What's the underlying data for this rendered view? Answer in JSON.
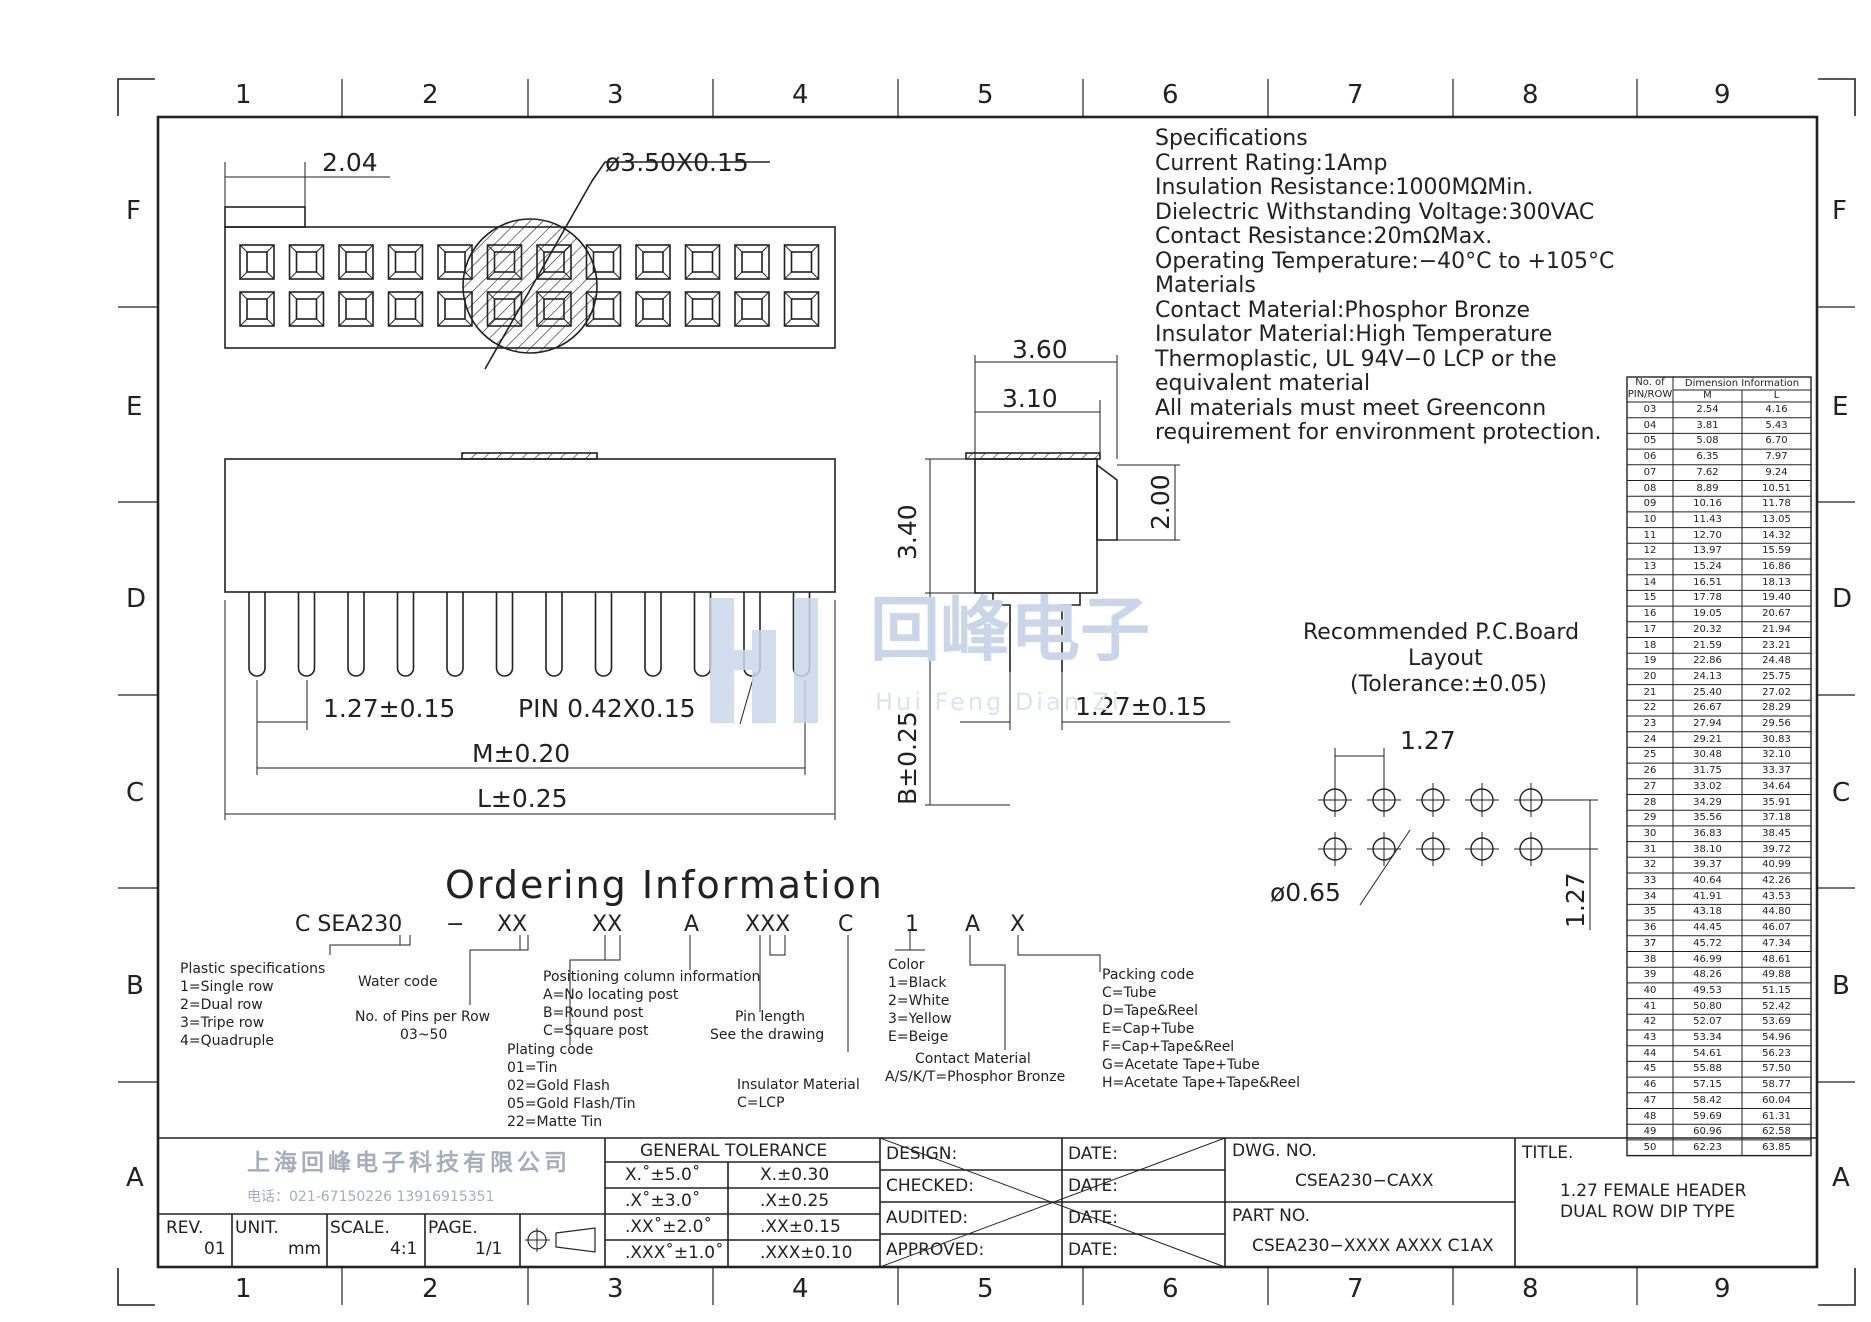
{
  "grid": {
    "columns": [
      "1",
      "2",
      "3",
      "4",
      "5",
      "6",
      "7",
      "8",
      "9"
    ],
    "rows": [
      "F",
      "E",
      "D",
      "C",
      "B",
      "A"
    ]
  },
  "dimensions": {
    "d_2_04": "2.04",
    "d_hole": "ø3.50X0.15",
    "d_3_60": "3.60",
    "d_3_10": "3.10",
    "d_3_40": "3.40",
    "d_2_00": "2.00",
    "d_pitch_a": "1.27±0.15",
    "d_pin": "PIN 0.42X0.15",
    "d_pitch_b": "1.27±0.15",
    "d_m": "M±0.20",
    "d_l": "L±0.25",
    "d_b": "B±0.25"
  },
  "specs": [
    "Specifications",
    "Current  Rating:1Amp",
    "Insulation  Resistance:1000MΩMin.",
    "Dielectric  Withstanding  Voltage:300VAC",
    "Contact  Resistance:20mΩMax.",
    "Operating  Temperature:−40°C  to  +105°C",
    "Materials",
    "Contact  Material:Phosphor  Bronze",
    "Insulator  Material:High  Temperature",
    "Thermoplastic,  UL  94V−0  LCP  or  the",
    "equivalent  material",
    "All  materials  must  meet  Greenconn",
    "requirement  for  environment  protection."
  ],
  "pcb": {
    "title1": "Recommended  P.C.Board",
    "title2": "Layout",
    "tolerance": "(Tolerance:±0.05)",
    "pitch_x": "1.27",
    "pitch_y": "1.27",
    "hole": "ø0.65"
  },
  "watermark": {
    "cn": "回峰电子",
    "en": "Hui Feng Dian Zi"
  },
  "ordering": {
    "title": "Ordering  Information",
    "code": [
      "C SEA230",
      "−",
      "XX",
      "XX",
      "A",
      "XXX",
      "C",
      "1",
      "A",
      "X"
    ],
    "plastic": [
      "Plastic  specifications",
      "1=Single  row",
      "2=Dual  row",
      "3=Tripe  row",
      "4=Quadruple"
    ],
    "water": "Water  code",
    "pins": [
      "No.  of  Pins  per  Row",
      "03~50"
    ],
    "plating": [
      "Plating  code",
      "01=Tin",
      "02=Gold  Flash",
      "05=Gold  Flash/Tin",
      "22=Matte  Tin"
    ],
    "positioning": [
      "Positioning  column  information",
      "A=No  locating  post",
      "B=Round  post",
      "C=Square  post"
    ],
    "pinlen": [
      "Pin  length",
      "See  the  drawing"
    ],
    "insulator": [
      "Insulator  Material",
      "C=LCP"
    ],
    "color": [
      "Color",
      "1=Black",
      "2=White",
      "3=Yellow",
      "E=Beige"
    ],
    "contact": [
      "Contact  Material",
      "A/S/K/T=Phosphor  Bronze"
    ],
    "packing": [
      "Packing  code",
      "C=Tube",
      "D=Tape&Reel",
      "E=Cap+Tube",
      "F=Cap+Tape&Reel",
      "G=Acetate  Tape+Tube",
      "H=Acetate  Tape+Tape&Reel"
    ]
  },
  "title_block": {
    "company": "上海回峰电子科技有限公司",
    "phone": "电话：021-67150226   13916915351",
    "rev_label": "REV.",
    "rev": "01",
    "unit_label": "UNIT.",
    "unit": "mm",
    "scale_label": "SCALE.",
    "scale": "4:1",
    "page_label": "PAGE.",
    "page": "1/1",
    "tol_title": "GENERAL  TOLERANCE",
    "tol": [
      [
        "X.˚±5.0˚",
        "X.±0.30"
      ],
      [
        ".X˚±3.0˚",
        ".X±0.25"
      ],
      [
        ".XX˚±2.0˚",
        ".XX±0.15"
      ],
      [
        ".XXX˚±1.0˚",
        ".XXX±0.10"
      ]
    ],
    "roles": [
      "DESIGN:",
      "CHECKED:",
      "AUDITED:",
      "APPROVED:"
    ],
    "date_label": "DATE:",
    "dwg_label": "DWG.  NO.",
    "dwg": "CSEA230−CAXX",
    "part_label": "PART  NO.",
    "part": "CSEA230−XXXX  AXXX  C1AX",
    "title_label": "TITLE.",
    "title1": "1.27  FEMALE  HEADER",
    "title2": "DUAL  ROW  DIP  TYPE"
  },
  "dim_table": {
    "h_pins": [
      "No. of",
      "PIN/ROW"
    ],
    "h_dim": "Dimension  Information",
    "h_m": "M",
    "h_l": "L",
    "rows": [
      [
        "03",
        "2.54",
        "4.16"
      ],
      [
        "04",
        "3.81",
        "5.43"
      ],
      [
        "05",
        "5.08",
        "6.70"
      ],
      [
        "06",
        "6.35",
        "7.97"
      ],
      [
        "07",
        "7.62",
        "9.24"
      ],
      [
        "08",
        "8.89",
        "10.51"
      ],
      [
        "09",
        "10.16",
        "11.78"
      ],
      [
        "10",
        "11.43",
        "13.05"
      ],
      [
        "11",
        "12.70",
        "14.32"
      ],
      [
        "12",
        "13.97",
        "15.59"
      ],
      [
        "13",
        "15.24",
        "16.86"
      ],
      [
        "14",
        "16.51",
        "18.13"
      ],
      [
        "15",
        "17.78",
        "19.40"
      ],
      [
        "16",
        "19.05",
        "20.67"
      ],
      [
        "17",
        "20.32",
        "21.94"
      ],
      [
        "18",
        "21.59",
        "23.21"
      ],
      [
        "19",
        "22.86",
        "24.48"
      ],
      [
        "20",
        "24.13",
        "25.75"
      ],
      [
        "21",
        "25.40",
        "27.02"
      ],
      [
        "22",
        "26.67",
        "28.29"
      ],
      [
        "23",
        "27.94",
        "29.56"
      ],
      [
        "24",
        "29.21",
        "30.83"
      ],
      [
        "25",
        "30.48",
        "32.10"
      ],
      [
        "26",
        "31.75",
        "33.37"
      ],
      [
        "27",
        "33.02",
        "34.64"
      ],
      [
        "28",
        "34.29",
        "35.91"
      ],
      [
        "29",
        "35.56",
        "37.18"
      ],
      [
        "30",
        "36.83",
        "38.45"
      ],
      [
        "31",
        "38.10",
        "39.72"
      ],
      [
        "32",
        "39.37",
        "40.99"
      ],
      [
        "33",
        "40.64",
        "42.26"
      ],
      [
        "34",
        "41.91",
        "43.53"
      ],
      [
        "35",
        "43.18",
        "44.80"
      ],
      [
        "36",
        "44.45",
        "46.07"
      ],
      [
        "37",
        "45.72",
        "47.34"
      ],
      [
        "38",
        "46.99",
        "48.61"
      ],
      [
        "39",
        "48.26",
        "49.88"
      ],
      [
        "40",
        "49.53",
        "51.15"
      ],
      [
        "41",
        "50.80",
        "52.42"
      ],
      [
        "42",
        "52.07",
        "53.69"
      ],
      [
        "43",
        "53.34",
        "54.96"
      ],
      [
        "44",
        "54.61",
        "56.23"
      ],
      [
        "45",
        "55.88",
        "57.50"
      ],
      [
        "46",
        "57.15",
        "58.77"
      ],
      [
        "47",
        "58.42",
        "60.04"
      ],
      [
        "48",
        "59.69",
        "61.31"
      ],
      [
        "49",
        "60.96",
        "62.58"
      ],
      [
        "50",
        "62.23",
        "63.85"
      ]
    ]
  },
  "colors": {
    "line": "#222222",
    "watermark": "#c9d6ea"
  }
}
